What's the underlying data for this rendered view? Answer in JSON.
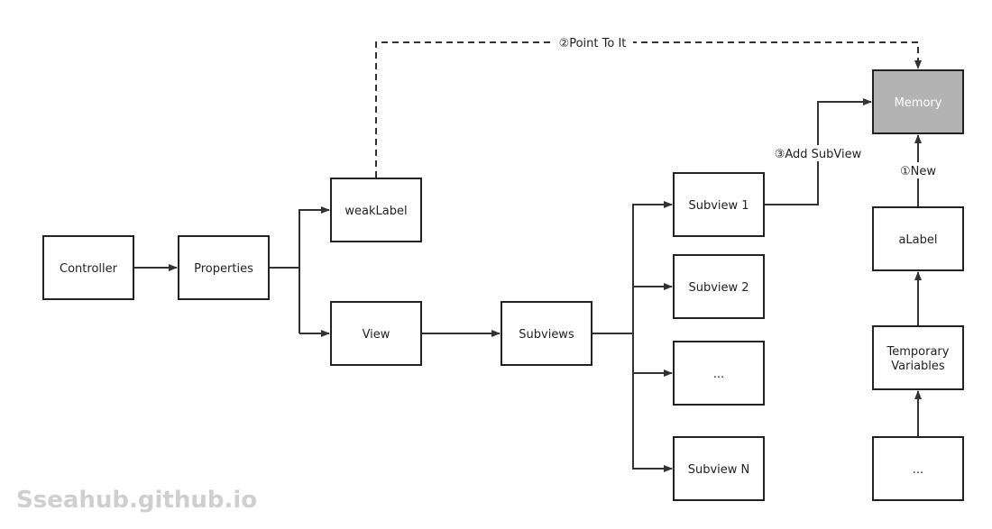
{
  "diagram": {
    "nodes": {
      "controller": "Controller",
      "properties": "Properties",
      "weak_label": "weakLabel",
      "view": "View",
      "subviews": "Subviews",
      "subview_1": "Subview 1",
      "subview_2": "Subview 2",
      "subview_ellipsis": "...",
      "subview_n": "Subview N",
      "memory": "Memory",
      "a_label": "aLabel",
      "temp_variables_line1": "Temporary",
      "temp_variables_line2": "Variables",
      "stack_ellipsis": "..."
    },
    "edges": {
      "point_to_it": "②Point To It",
      "add_subview": "③Add SubView",
      "new": "①New"
    },
    "colors": {
      "memory_fill": "#b3b3b3",
      "stroke": "#222222",
      "watermark": "#cfcfcf"
    }
  },
  "watermark": "Sseahub.github.io"
}
